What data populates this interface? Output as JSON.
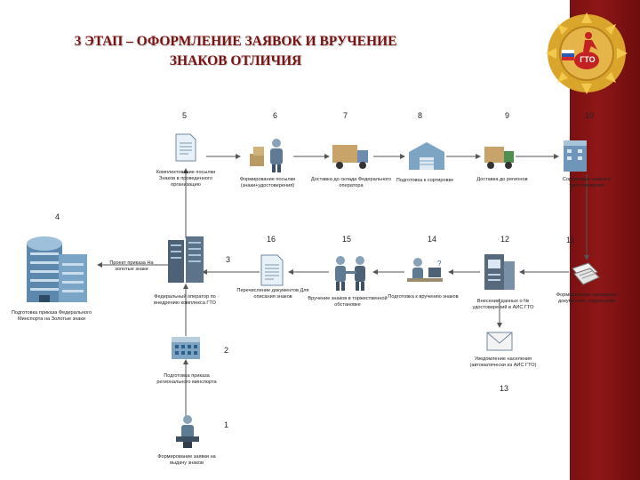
{
  "title": {
    "line1": "3 ЭТАП – ОФОРМЛЕНИЕ ЗАЯВОК И ВРУЧЕНИЕ",
    "line2": "ЗНАКОВ ОТЛИЧИЯ"
  },
  "logo": {
    "text": "ГТО"
  },
  "colors": {
    "accent": "#7a1212",
    "side_bar": "#8e1717",
    "line": "#555555",
    "logo_gold": "#d9a52b"
  },
  "steps": {
    "s1": {
      "num": "1",
      "caption": "Формирование заявки на выдачу знаков"
    },
    "s2": {
      "num": "2",
      "caption": "Подготовка приказа регионального минспорта"
    },
    "s3": {
      "num": "3",
      "caption": "Федеральный оператор по внедрению комплекса ГТО"
    },
    "s4": {
      "num": "4",
      "caption": "Подготовка приказа Федерального Минспорта на Золотые знаки"
    },
    "s5": {
      "num": "5",
      "caption": "Комплектование посылки Знаков в проведенного организацию"
    },
    "s6": {
      "num": "6",
      "caption": "Формирование посылки (знаки+удостоверения)"
    },
    "s7": {
      "num": "7",
      "caption": "Доставка до склада Федерального оператора"
    },
    "s8": {
      "num": "8",
      "caption": "Подготовка к сортировке"
    },
    "s9": {
      "num": "9",
      "caption": "Доставка до регионов"
    },
    "s10": {
      "num": "10",
      "caption": "Сортировка знаков и удостоверений"
    },
    "s11": {
      "num": "11",
      "caption": "Формирование наградных документов, подписание"
    },
    "s12": {
      "num": "12",
      "caption": "Внесение данных о № удостоверений в АИС ГТО"
    },
    "s13": {
      "num": "13",
      "caption": "Уведомление населения (автоматически из АИС ГТО)"
    },
    "s14": {
      "num": "14",
      "caption": "Подготовка к вручению знаков"
    },
    "s15": {
      "num": "15",
      "caption": "Вручение знаков в торжественной обстановке"
    },
    "s16": {
      "num": "16",
      "caption": "Перечисление документов Для описания знаков"
    }
  },
  "links": {
    "order_label": "Проект приказа На золотые знаки"
  },
  "icons": {
    "s1": "person-laptop-icon",
    "s2": "building-icon",
    "s3": "server-icon",
    "s4": "office-building-icon",
    "s5": "document-icon",
    "s6": "person-packages-icon",
    "s7": "delivery-truck-icon",
    "s8": "warehouse-icon",
    "s9": "truck-icon",
    "s10": "sorting-building-icon",
    "s11": "printed-forms-icon",
    "s12": "computer-terminal-icon",
    "s13": "envelope-icon",
    "s14": "person-desk-icon",
    "s15": "handshake-icon",
    "s16": "document-icon"
  }
}
